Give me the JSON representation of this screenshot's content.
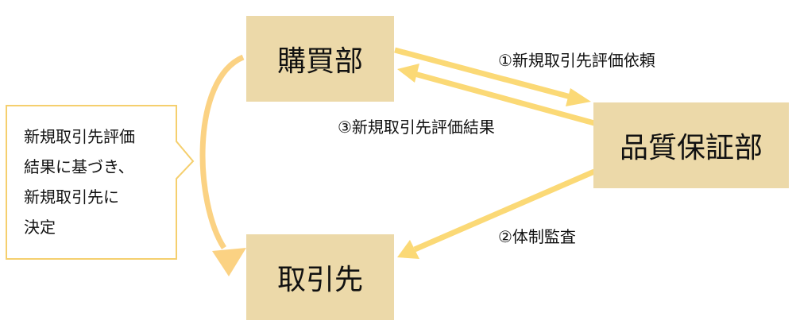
{
  "colors": {
    "node_fill": "#ecd9a9",
    "arrow": "#fbd976",
    "arrow_light": "#fbd283",
    "callout_border": "#f5cf6e",
    "text": "#111111"
  },
  "nodes": {
    "purchasing": "購買部",
    "quality_assurance": "品質保証部",
    "supplier": "取引先"
  },
  "edges": {
    "request": "①新規取引先評価依頼",
    "audit": "②体制監査",
    "result": "③新規取引先評価結果"
  },
  "callout": {
    "lines": [
      "新規取引先評価",
      "結果に基づき、",
      "新規取引先に",
      "決定"
    ]
  }
}
